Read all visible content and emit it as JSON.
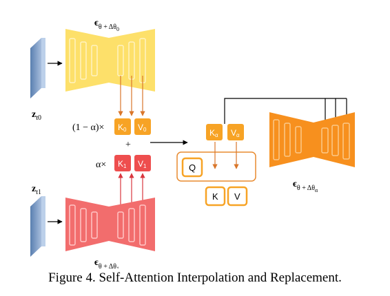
{
  "latents": {
    "z0_main": "z",
    "z0_sub": "t0",
    "z1_main": "z",
    "z1_sub": "t1"
  },
  "unets": {
    "top_label_main": "ϵ",
    "top_label_sub": "θ + Δθ",
    "top_label_subsub": "0",
    "bottom_label_main": "ϵ",
    "bottom_label_sub": "θ + Δθ",
    "bottom_label_subsub": "1",
    "right_label_main": "ϵ",
    "right_label_sub": "θ + Δθ",
    "right_label_subsub": "α"
  },
  "kv": {
    "top_coeff": "(1 − α)×",
    "k0": "K",
    "k0_sub": "0",
    "v0": "V",
    "v0_sub": "0",
    "plus": "+",
    "bottom_coeff": "α×",
    "k1": "K",
    "k1_sub": "1",
    "v1": "V",
    "v1_sub": "1",
    "ka": "K",
    "ka_sub": "α",
    "va": "V",
    "va_sub": "α"
  },
  "attention": {
    "q": "Q",
    "k": "K",
    "v": "V"
  },
  "colors": {
    "yellow_fill": "#fde06a",
    "yellow_light": "#fff0b0",
    "orange_box": "#f7a325",
    "red_fill": "#f26d6d",
    "red_light": "#ffc0c0",
    "red_box": "#ee4e4e",
    "orange_unet": "#f7901e",
    "orange_light": "#fcc27a",
    "attention_border": "#e88a2e",
    "arrow_orange": "#d9762a",
    "arrow_red": "#d9363e",
    "latent_blue": "#7f9fc9"
  },
  "caption": "Figure 4. Self-Attention Interpolation and Replacement."
}
